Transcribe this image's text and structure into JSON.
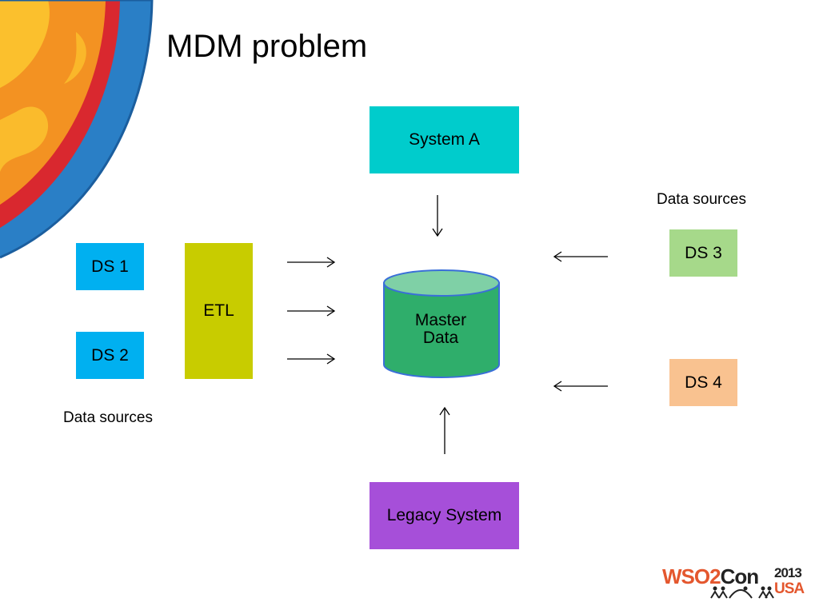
{
  "slide": {
    "title": "MDM problem"
  },
  "diagram": {
    "nodes": {
      "system_a": "System A",
      "legacy": "Legacy System",
      "ds1": "DS 1",
      "ds2": "DS 2",
      "etl": "ETL",
      "ds3": "DS 3",
      "ds4": "DS 4",
      "master_data_line1": "Master",
      "master_data_line2": "Data"
    },
    "labels": {
      "left_sources": "Data sources",
      "right_sources": "Data sources"
    },
    "colors": {
      "system_a": "#00cccc",
      "legacy": "#a64fd9",
      "ds_left": "#00b0f0",
      "etl": "#c8cc00",
      "ds3": "#a6d98a",
      "ds4": "#f9c290",
      "cylinder_body": "#2fae6b",
      "cylinder_top": "#7fd0a6",
      "cylinder_border": "#3a6fd8"
    }
  },
  "footer": {
    "logo_brand": "WSO2Con",
    "logo_year": "2013",
    "logo_location": "USA"
  }
}
